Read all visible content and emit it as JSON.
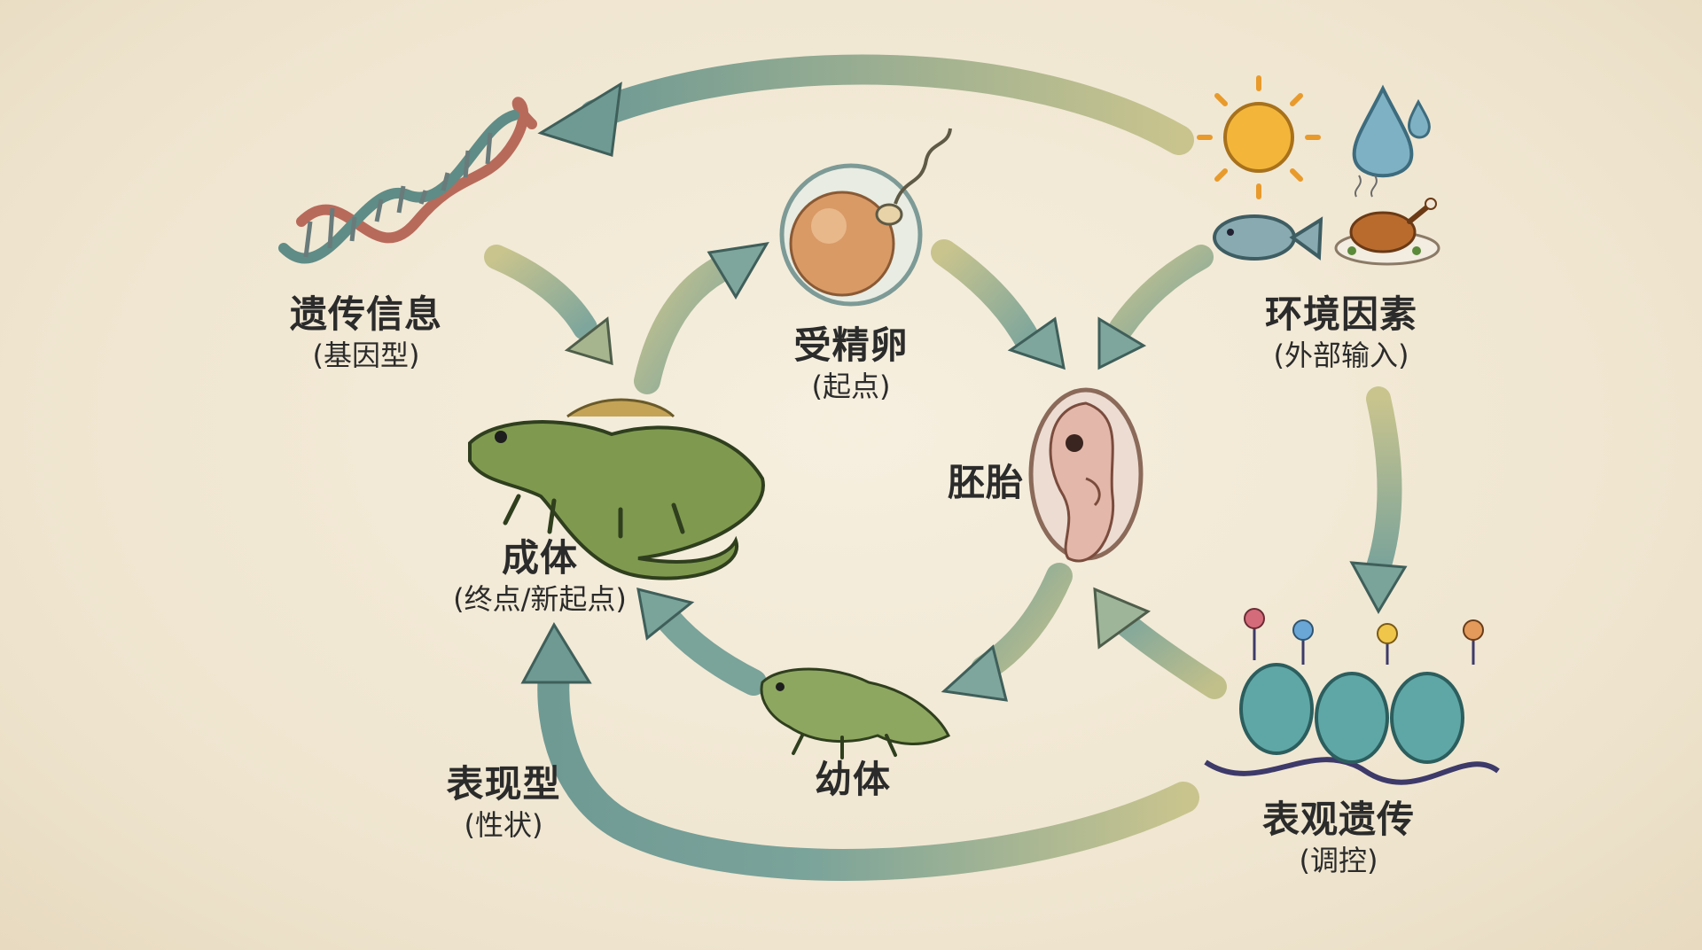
{
  "nodes": {
    "genetic": {
      "title": "遗传信息",
      "subtitle": "(基因型)",
      "icon": "dna-icon"
    },
    "zygote": {
      "title": "受精卵",
      "subtitle": "(起点)",
      "icon": "fertilized-egg-icon"
    },
    "environment": {
      "title": "环境因素",
      "subtitle": "(外部输入)",
      "icon": "sun-water-food-icons"
    },
    "embryo": {
      "title": "胚胎",
      "icon": "embryo-icon"
    },
    "adult": {
      "title": "成体",
      "subtitle": "(终点/新起点)",
      "icon": "adult-salamander-icon"
    },
    "juvenile": {
      "title": "幼体",
      "icon": "juvenile-salamander-icon"
    },
    "phenotype": {
      "title": "表现型",
      "subtitle": "(性状)"
    },
    "epigenetics": {
      "title": "表观遗传",
      "subtitle": "(调控)",
      "icon": "nucleosome-icon"
    }
  },
  "colors": {
    "background": "#f1e8d5",
    "arrow_teal": "#7aa39a",
    "arrow_olive": "#b9b67f",
    "frog_green": "#7f9a4f",
    "text": "#2b2b2b"
  }
}
